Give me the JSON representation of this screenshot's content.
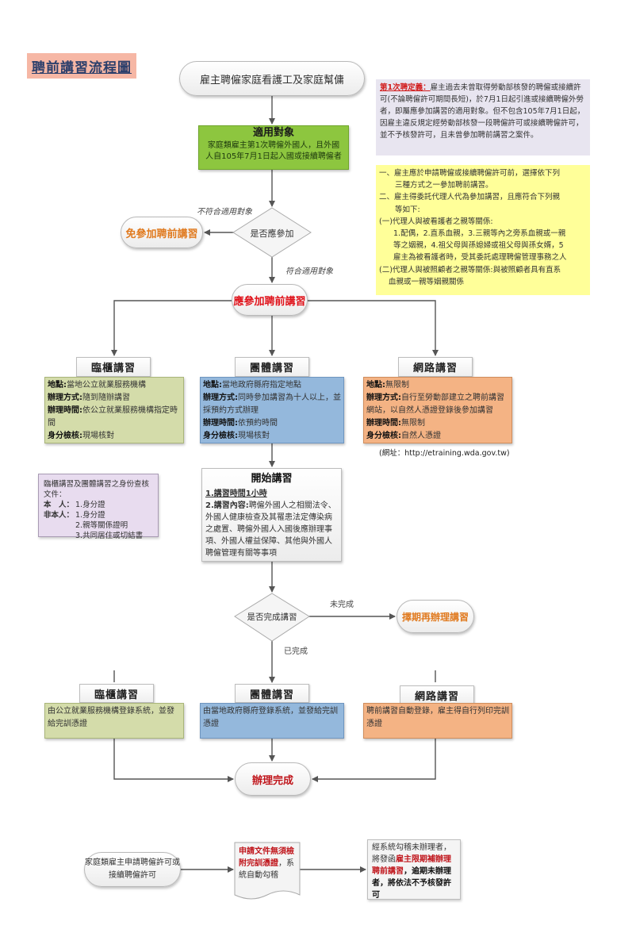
{
  "title": "聘前講習流程圖",
  "start_node": "雇主聘僱家庭看護工及家庭幫傭",
  "target": {
    "heading": "適用對象",
    "lines": [
      "家庭類雇主第1次聘僱外國人，且外國",
      "人自105年7月1日起入國或接續聘僱者"
    ]
  },
  "definition_note": {
    "label": "第1次聘定義：",
    "text": "雇主過去未曾取得勞動部核發的聘僱或接續許可(不論聘僱許可期間長短)，於7月1日起引進或接續聘僱外勞者，即屬應參加講習的適用對象。但不包含105年7月1日起，因雇主違反規定經勞動部核發一段聘僱許可或接續聘僱許可，並不予核發許可，且未曾參加聘前講習之案件。"
  },
  "rules_note": {
    "lines": [
      {
        "text": "一、雇主應於申請聘僱或接續聘僱許可前，選擇依下列",
        "indent": 0
      },
      {
        "text": "三種方式之一參加聘前講習。",
        "indent": 1
      },
      {
        "text": "二、雇主得委託代理人代為參加講習，且應符合下列親",
        "indent": 0
      },
      {
        "text": "等如下:",
        "indent": 1
      },
      {
        "text": "(一)代理人與被看護者之親等關係:",
        "indent": 0
      },
      {
        "text": "1.配偶，2.直系血親，3.三親等內之旁系血親或一親",
        "indent": 2
      },
      {
        "text": "等之姻親，4.祖父母與孫媳婦或祖父母與孫女婿，5",
        "indent": 2
      },
      {
        "text": "雇主為被看護者時，受其委託處理聘僱管理事務之人",
        "indent": 2
      },
      {
        "text": "(二)代理人與被照顧者之親等關係:與被照顧者具有直系",
        "indent": 0
      },
      {
        "text": "血親或一親等姻親關係",
        "indent": 3
      }
    ]
  },
  "decision1": {
    "label": "是否應參加",
    "no_label": "不符合適用對象",
    "yes_label": "符合適用對象"
  },
  "exempt_node": "免參加聘前講習",
  "must_node": "應參加聘前講習",
  "methods": [
    {
      "tab": "臨櫃講習",
      "fields": [
        {
          "k": "地點",
          "v": "當地公立就業服務機構"
        },
        {
          "k": "辦理方式",
          "v": "隨到隨辦講習"
        },
        {
          "k": "辦理時間",
          "v": "依公立就業服務機構指定時間"
        },
        {
          "k": "身分檢核",
          "v": "現場核對"
        }
      ]
    },
    {
      "tab": "團體講習",
      "fields": [
        {
          "k": "地點",
          "v": "當地政府縣府指定地點"
        },
        {
          "k": "辦理方式",
          "v": "同時參加講習為十人以上，並採預約方式辦理"
        },
        {
          "k": "辦理時間",
          "v": "依預約時間"
        },
        {
          "k": "身分檢核",
          "v": "現場核對"
        }
      ]
    },
    {
      "tab": "網路講習",
      "fields": [
        {
          "k": "地點",
          "v": "無限制"
        },
        {
          "k": "辦理方式",
          "v": "自行至勞動部建立之聘前講習網站，以自然人憑證登錄後參加講習"
        },
        {
          "k": "辦理時間",
          "v": "無限制"
        },
        {
          "k": "身分檢核",
          "v": "自然人憑證"
        }
      ]
    }
  ],
  "url_note": "(網址：http://etraining.wda.gov.tw)",
  "id_docs": {
    "heading": "臨櫃講習及團體講習之身份查核文件：",
    "self_label": "本　人：",
    "self_items": [
      "1.身分證"
    ],
    "other_label": "非本人：",
    "other_items": [
      "1.身分證",
      "2.親等關係證明",
      "3.共同居住或切結書"
    ]
  },
  "begin": {
    "heading": "開始講習",
    "item1": "1.講習時間1小時",
    "item2_label": "2.講習內容:",
    "item2_text": "聘僱外國人之相關法令、外國人健康檢查及其罹患法定傳染病之處置、聘僱外國人入國後應辦理事項、外國人權益保障、其他與外國人聘僱管理有關等事項"
  },
  "decision2": {
    "label": "是否完成講習",
    "no_label": "未完成",
    "yes_label": "已完成"
  },
  "reschedule_node": "擇期再辦理講習",
  "completions": [
    {
      "tab": "臨櫃講習",
      "text": "由公立就業服務機構登錄系統，並發給完訓憑證"
    },
    {
      "tab": "團體講習",
      "text": "由當地政府縣府登錄系統，並發給完訓憑證"
    },
    {
      "tab": "網路講習",
      "text": "聘前講習自動登錄，雇主得自行列印完訓憑證"
    }
  ],
  "done_node": "辦理完成",
  "bottom": {
    "start": "家庭類雇主申請聘僱許可或接續聘僱許可",
    "doc_red": "申請文件無須檢附完訓憑證",
    "doc_rest": "，系統自動勾稽",
    "final_pre": "經系統勾稽未辦理者，將發函",
    "final_red": "雇主限期補辦理聘前講習",
    "final_post": "，逾期未辦理者，將依法不予核發許可"
  }
}
